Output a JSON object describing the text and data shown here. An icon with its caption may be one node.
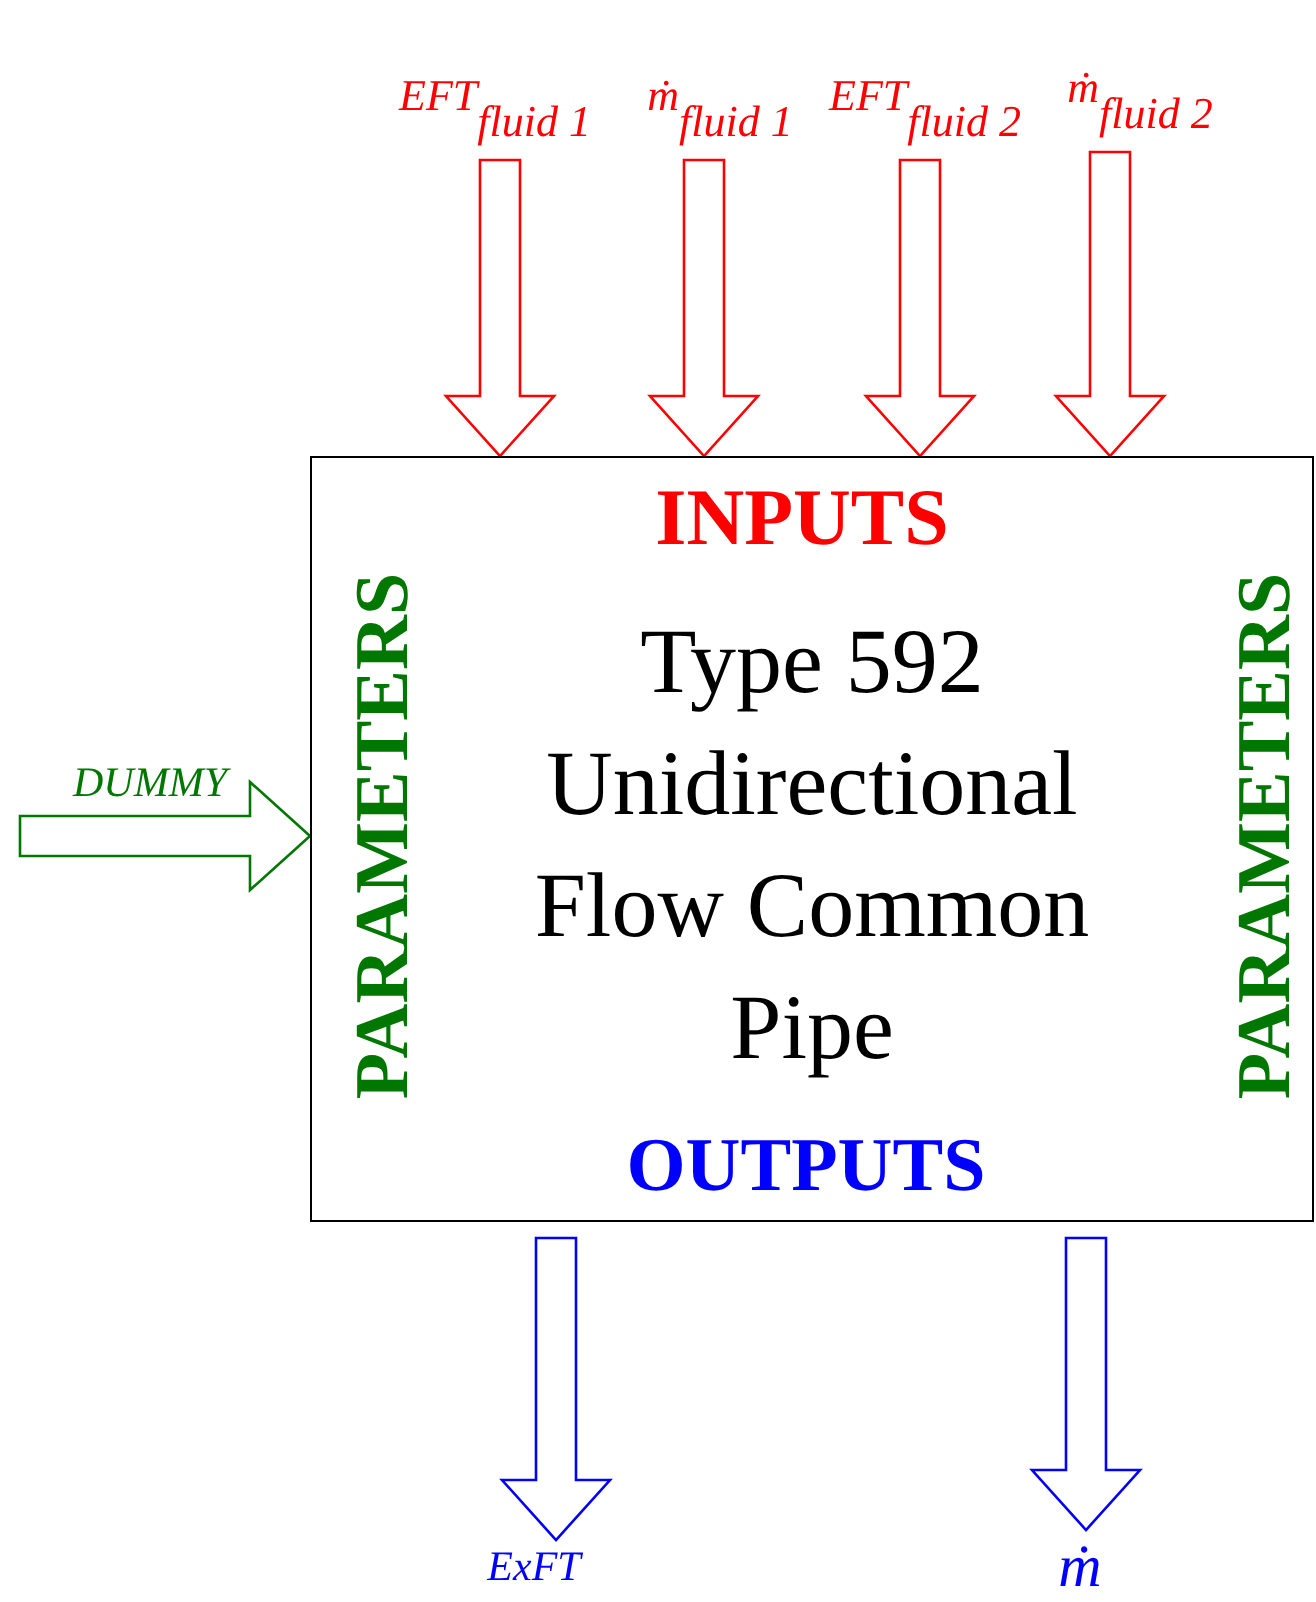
{
  "diagram": {
    "nodes": [
      {
        "text": [
          "INPUTS",
          "Type 592 Unidirectional Flow Common Pipe",
          "OUTPUTS",
          "PARAMETERS",
          "PARAMETERS"
        ]
      },
      {
        "text": [
          "EFT$_{fluid 1}$"
        ]
      },
      {
        "text": [
          "ṁ$_{fluid 1}$"
        ]
      },
      {
        "text": [
          "EFT$_{fluid 2}$"
        ]
      },
      {
        "text": [
          "ṁ$_{fluid 2}$"
        ]
      },
      {
        "text": [
          "DUMMY"
        ]
      },
      {
        "text": [
          "ExFT"
        ]
      },
      {
        "text": [
          "ṁ"
        ]
      }
    ],
    "edges": [
      {
        "from": 1,
        "to": 0,
        "arrow": "to"
      },
      {
        "from": 2,
        "to": 0,
        "arrow": "to"
      },
      {
        "from": 3,
        "to": 0,
        "arrow": "to"
      },
      {
        "from": 4,
        "to": 0,
        "arrow": "to"
      },
      {
        "from": 5,
        "to": 0,
        "arrow": "to",
        "color": "#007700"
      },
      {
        "from": 0,
        "to": 6,
        "arrow": "to",
        "color": "#0000ff"
      },
      {
        "from": 0,
        "to": 7,
        "arrow": "to",
        "color": "#0000ff"
      }
    ]
  }
}
